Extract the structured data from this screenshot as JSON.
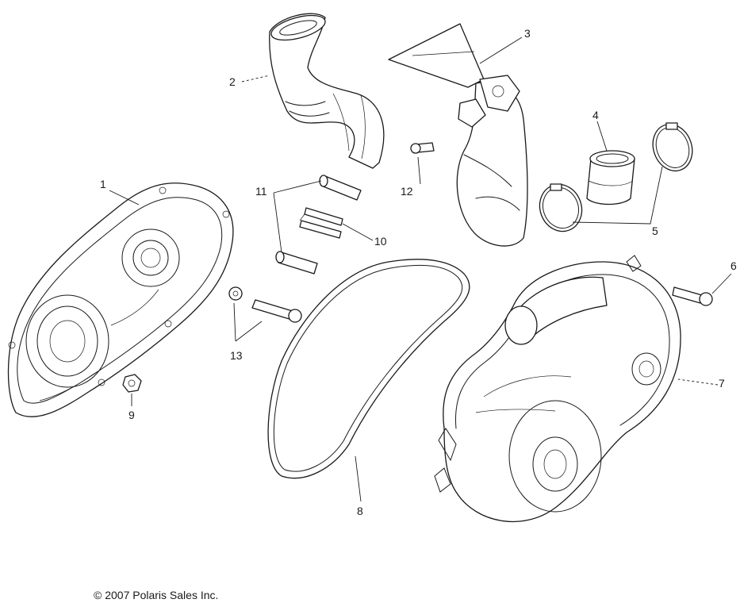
{
  "callouts": {
    "c1": "1",
    "c2": "2",
    "c3": "3",
    "c4": "4",
    "c5": "5",
    "c6": "6",
    "c7": "7",
    "c8": "8",
    "c9": "9",
    "c10": "10",
    "c11": "11",
    "c12": "12",
    "c13": "13"
  },
  "copyright": "© 2007 Polaris Sales Inc."
}
